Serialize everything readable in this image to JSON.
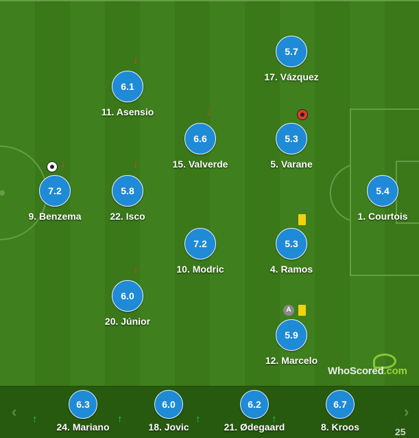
{
  "colors": {
    "rating_bg": "#1f8ad6",
    "pitch_dark": "#3a781a",
    "pitch_light": "#3f7f1d",
    "sub_off_arrow": "#e53b2b",
    "sub_on_arrow": "#2ecf3b",
    "yellow_card": "#f2d20e"
  },
  "players": [
    {
      "key": "vazquez",
      "rating": "5.7",
      "label": "17. Vázquez",
      "icons": []
    },
    {
      "key": "asensio",
      "rating": "6.1",
      "label": "11. Asensio",
      "icons": [
        "sub-off-arrow-icon"
      ]
    },
    {
      "key": "valverde",
      "rating": "6.6",
      "label": "15. Valverde",
      "icons": [
        "sub-off-arrow-icon"
      ]
    },
    {
      "key": "varane",
      "rating": "5.3",
      "label": "5. Varane",
      "icons": [
        "own-goal-ball-icon"
      ]
    },
    {
      "key": "benzema",
      "rating": "7.2",
      "label": "9. Benzema",
      "icons": [
        "goal-ball-icon",
        "sub-off-arrow-icon"
      ]
    },
    {
      "key": "isco",
      "rating": "5.8",
      "label": "22. Isco",
      "icons": [
        "sub-off-arrow-icon"
      ]
    },
    {
      "key": "courtois",
      "rating": "5.4",
      "label": "1. Courtois",
      "icons": []
    },
    {
      "key": "modric",
      "rating": "7.2",
      "label": "10. Modric",
      "icons": []
    },
    {
      "key": "ramos",
      "rating": "5.3",
      "label": "4. Ramos",
      "icons": [
        "yellow-card-icon"
      ]
    },
    {
      "key": "junior",
      "rating": "6.0",
      "label": "20. Júnior",
      "icons": [
        "sub-off-arrow-icon"
      ]
    },
    {
      "key": "marcelo",
      "rating": "5.9",
      "label": "12. Marcelo",
      "icons": [
        "captain-icon",
        "yellow-card-icon"
      ]
    }
  ],
  "captain_badge": "A",
  "logo": {
    "text_main": "WhoScored",
    "text_dot": ".com"
  },
  "bench": {
    "prev_icon": "chevron-left-icon",
    "next_icon": "chevron-right-icon",
    "subs": [
      {
        "rating": "6.3",
        "label": "24. Mariano",
        "icons": [
          "sub-on-arrow-icon"
        ]
      },
      {
        "rating": "6.0",
        "label": "18. Jovic",
        "icons": [
          "sub-on-arrow-icon"
        ]
      },
      {
        "rating": "6.2",
        "label": "21. Ødegaard",
        "icons": [
          "sub-on-arrow-icon"
        ]
      },
      {
        "rating": "6.7",
        "label": "8. Kroos",
        "icons": [
          "sub-on-arrow-icon"
        ]
      },
      {
        "rating": "",
        "label": "25",
        "icons": [
          "sub-on-arrow-icon"
        ]
      }
    ]
  }
}
